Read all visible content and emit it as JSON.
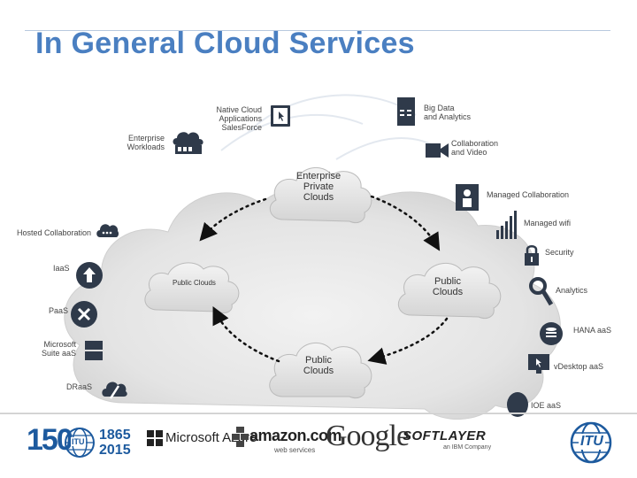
{
  "title": "In General Cloud Services",
  "clouds": {
    "enterprise_private": "Enterprise Private Clouds",
    "enterprise_line1": "Enterprise",
    "enterprise_line2": "Private",
    "enterprise_line3": "Clouds",
    "public_right_line1": "Public",
    "public_right_line2": "Clouds",
    "public_bottom_line1": "Public",
    "public_bottom_line2": "Clouds",
    "public_left": "Public Clouds"
  },
  "services": {
    "native_cloud_1": "Native Cloud",
    "native_cloud_2": "Applications",
    "native_cloud_3": "SalesForce",
    "big_data_1": "Big Data",
    "big_data_2": "and Analytics",
    "enterprise_workloads_1": "Enterprise",
    "enterprise_workloads_2": "Workloads",
    "collab_video_1": "Collaboration",
    "collab_video_2": "and Video",
    "managed_collab": "Managed Collaboration",
    "managed_wifi": "Managed wifi",
    "hosted_collab": "Hosted Collaboration",
    "security": "Security",
    "iaas": "IaaS",
    "analytics": "Analytics",
    "paas": "PaaS",
    "hana": "HANA aaS",
    "microsoft_1": "Microsoft",
    "microsoft_2": "Suite aaS",
    "vdesktop": "vDesktop aaS",
    "draas": "DRaaS",
    "ioe": "IOE aaS"
  },
  "footer": {
    "itu_150": "150",
    "years_1": "1865",
    "years_2": "2015",
    "itu_small": "ITU",
    "microsoft_azure": "Microsoft Azure",
    "amazon": "amazon.com",
    "amazon_sub": "web services",
    "google": "Google",
    "softlayer": "SOFTLAYER",
    "softlayer_sub": "an IBM Company",
    "itu_right": "ITU"
  },
  "colors": {
    "title": "#4a7fc1",
    "icon": "#2f3a4a",
    "cloud_fill": "#e6e6e6",
    "itu_blue": "#1d5a9e"
  }
}
